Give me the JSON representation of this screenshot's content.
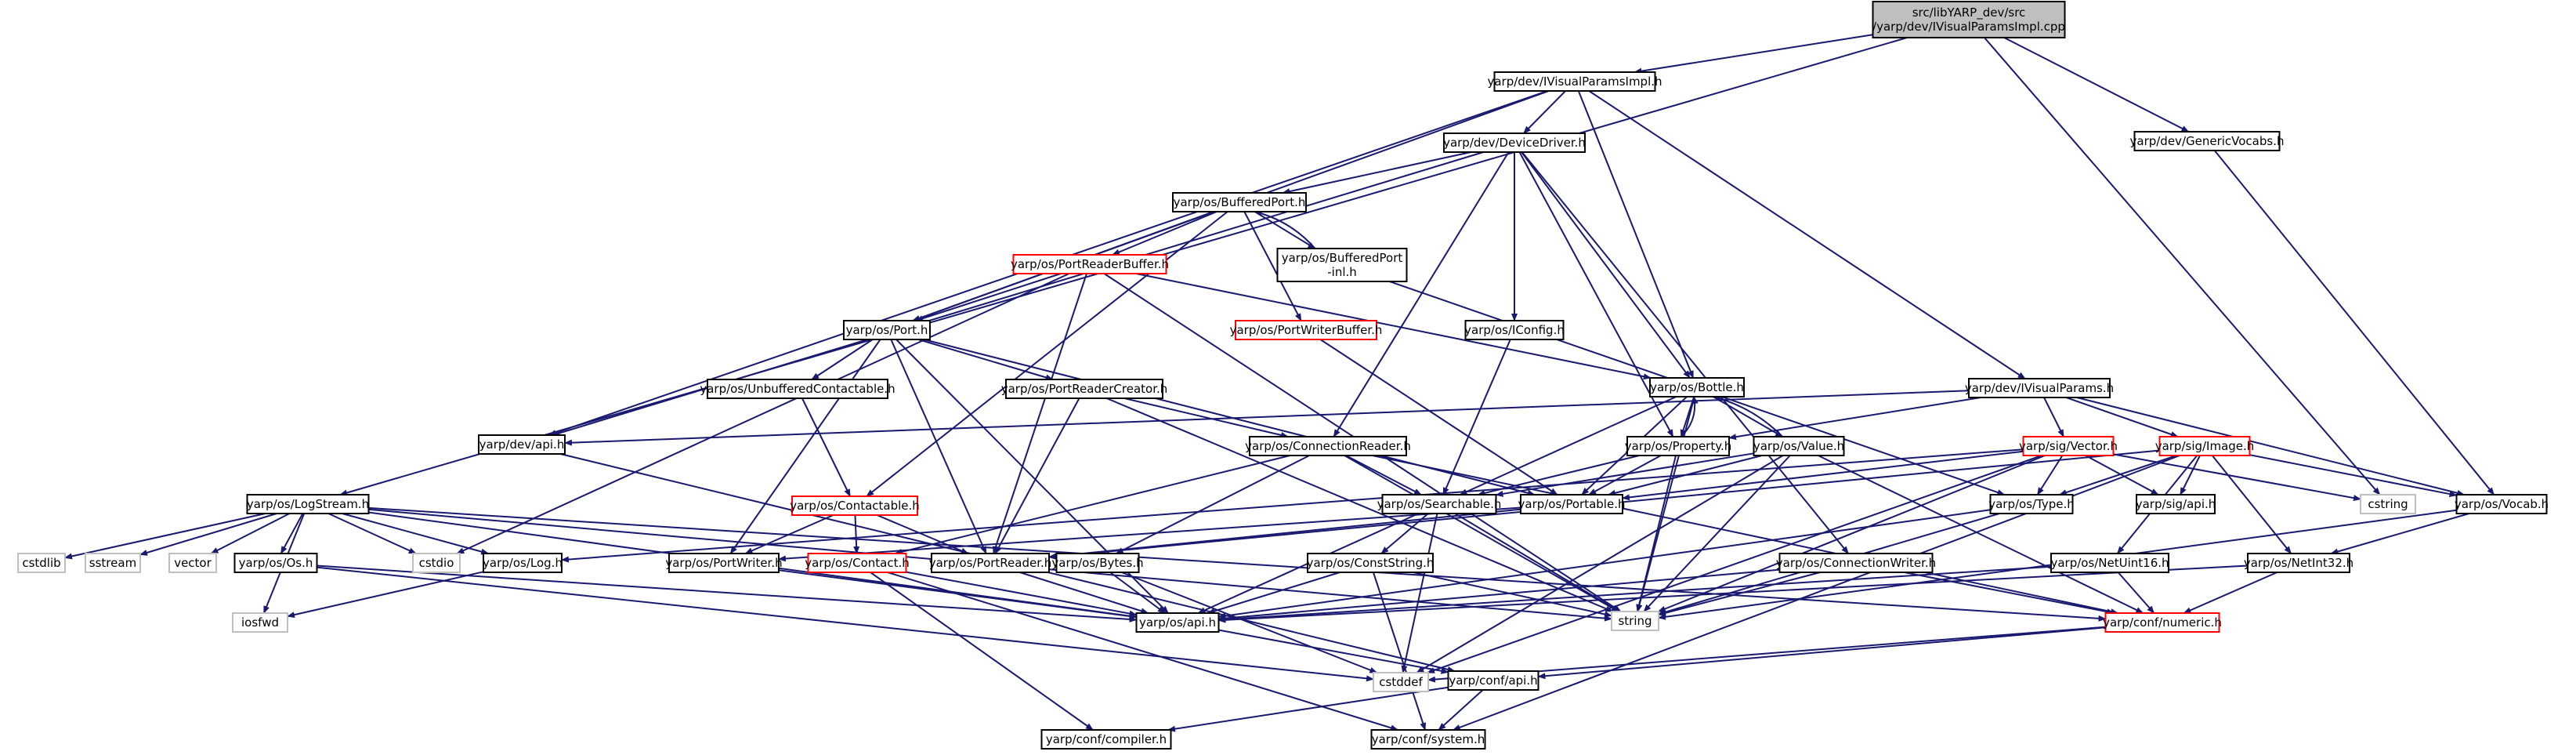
{
  "graph": {
    "edge_color": "#191970",
    "colors": {
      "root_fill": "#bfbfbf",
      "documented_border": "#000000",
      "truncated_border": "#ff0000",
      "external_border": "#bfbfbf",
      "external_text": "#000000"
    },
    "nodes": [
      {
        "id": "root",
        "lines": [
          "src/libYARP_dev/src",
          "/yarp/dev/IVisualParamsImpl.cpp"
        ],
        "kind": "root"
      },
      {
        "id": "ivpimpl",
        "lines": [
          "yarp/dev/IVisualParamsImpl.h"
        ],
        "kind": "doc"
      },
      {
        "id": "genvocabs",
        "lines": [
          "yarp/dev/GenericVocabs.h"
        ],
        "kind": "doc"
      },
      {
        "id": "logstream",
        "lines": [
          "yarp/os/LogStream.h"
        ],
        "kind": "doc"
      },
      {
        "id": "devdriver",
        "lines": [
          "yarp/dev/DeviceDriver.h"
        ],
        "kind": "doc"
      },
      {
        "id": "bufport",
        "lines": [
          "yarp/os/BufferedPort.h"
        ],
        "kind": "doc"
      },
      {
        "id": "bufportinl",
        "lines": [
          "yarp/os/BufferedPort",
          "-inl.h"
        ],
        "kind": "doc"
      },
      {
        "id": "prbuf",
        "lines": [
          "yarp/os/PortReaderBuffer.h"
        ],
        "kind": "trunc"
      },
      {
        "id": "port",
        "lines": [
          "yarp/os/Port.h"
        ],
        "kind": "doc"
      },
      {
        "id": "pwbuf",
        "lines": [
          "yarp/os/PortWriterBuffer.h"
        ],
        "kind": "trunc"
      },
      {
        "id": "iconfig",
        "lines": [
          "yarp/os/IConfig.h"
        ],
        "kind": "doc"
      },
      {
        "id": "bottle",
        "lines": [
          "yarp/os/Bottle.h"
        ],
        "kind": "doc"
      },
      {
        "id": "ivp",
        "lines": [
          "yarp/dev/IVisualParams.h"
        ],
        "kind": "doc"
      },
      {
        "id": "unbufcont",
        "lines": [
          "yarp/os/UnbufferedContactable.h"
        ],
        "kind": "doc"
      },
      {
        "id": "prcreator",
        "lines": [
          "yarp/os/PortReaderCreator.h"
        ],
        "kind": "doc"
      },
      {
        "id": "devapi",
        "lines": [
          "yarp/dev/api.h"
        ],
        "kind": "doc"
      },
      {
        "id": "connreader",
        "lines": [
          "yarp/os/ConnectionReader.h"
        ],
        "kind": "doc"
      },
      {
        "id": "property",
        "lines": [
          "yarp/os/Property.h"
        ],
        "kind": "doc"
      },
      {
        "id": "value",
        "lines": [
          "yarp/os/Value.h"
        ],
        "kind": "doc"
      },
      {
        "id": "sigvector",
        "lines": [
          "yarp/sig/Vector.h"
        ],
        "kind": "trunc"
      },
      {
        "id": "sigimage",
        "lines": [
          "yarp/sig/Image.h"
        ],
        "kind": "trunc"
      },
      {
        "id": "contactable",
        "lines": [
          "yarp/os/Contactable.h"
        ],
        "kind": "trunc"
      },
      {
        "id": "searchable",
        "lines": [
          "yarp/os/Searchable.h"
        ],
        "kind": "doc"
      },
      {
        "id": "portable",
        "lines": [
          "yarp/os/Portable.h"
        ],
        "kind": "doc"
      },
      {
        "id": "type",
        "lines": [
          "yarp/os/Type.h"
        ],
        "kind": "doc"
      },
      {
        "id": "sigapi",
        "lines": [
          "yarp/sig/api.h"
        ],
        "kind": "doc"
      },
      {
        "id": "cstring",
        "lines": [
          "cstring"
        ],
        "kind": "ext"
      },
      {
        "id": "vocab",
        "lines": [
          "yarp/os/Vocab.h"
        ],
        "kind": "doc"
      },
      {
        "id": "cstdlib",
        "lines": [
          "cstdlib"
        ],
        "kind": "ext"
      },
      {
        "id": "sstream",
        "lines": [
          "sstream"
        ],
        "kind": "ext"
      },
      {
        "id": "vector",
        "lines": [
          "vector"
        ],
        "kind": "ext"
      },
      {
        "id": "os",
        "lines": [
          "yarp/os/Os.h"
        ],
        "kind": "doc"
      },
      {
        "id": "cstdio",
        "lines": [
          "cstdio"
        ],
        "kind": "ext"
      },
      {
        "id": "log",
        "lines": [
          "yarp/os/Log.h"
        ],
        "kind": "doc"
      },
      {
        "id": "portwriter",
        "lines": [
          "yarp/os/PortWriter.h"
        ],
        "kind": "doc"
      },
      {
        "id": "contact",
        "lines": [
          "yarp/os/Contact.h"
        ],
        "kind": "trunc"
      },
      {
        "id": "portreader",
        "lines": [
          "yarp/os/PortReader.h"
        ],
        "kind": "doc"
      },
      {
        "id": "bytes",
        "lines": [
          "yarp/os/Bytes.h"
        ],
        "kind": "doc"
      },
      {
        "id": "conststring",
        "lines": [
          "yarp/os/ConstString.h"
        ],
        "kind": "doc"
      },
      {
        "id": "connwriter",
        "lines": [
          "yarp/os/ConnectionWriter.h"
        ],
        "kind": "doc"
      },
      {
        "id": "netuint16",
        "lines": [
          "yarp/os/NetUint16.h"
        ],
        "kind": "doc"
      },
      {
        "id": "netint32",
        "lines": [
          "yarp/os/NetInt32.h"
        ],
        "kind": "doc"
      },
      {
        "id": "iosfwd",
        "lines": [
          "iosfwd"
        ],
        "kind": "ext"
      },
      {
        "id": "osapi",
        "lines": [
          "yarp/os/api.h"
        ],
        "kind": "doc"
      },
      {
        "id": "string",
        "lines": [
          "string"
        ],
        "kind": "ext"
      },
      {
        "id": "numeric",
        "lines": [
          "yarp/conf/numeric.h"
        ],
        "kind": "trunc"
      },
      {
        "id": "cstddef",
        "lines": [
          "cstddef"
        ],
        "kind": "ext"
      },
      {
        "id": "confapi",
        "lines": [
          "yarp/conf/api.h"
        ],
        "kind": "doc"
      },
      {
        "id": "compiler",
        "lines": [
          "yarp/conf/compiler.h"
        ],
        "kind": "doc"
      },
      {
        "id": "system",
        "lines": [
          "yarp/conf/system.h"
        ],
        "kind": "doc"
      }
    ],
    "edges": [
      [
        "root",
        "ivpimpl"
      ],
      [
        "root",
        "genvocabs"
      ],
      [
        "root",
        "logstream"
      ],
      [
        "root",
        "cstring"
      ],
      [
        "ivpimpl",
        "devdriver"
      ],
      [
        "ivpimpl",
        "ivp"
      ],
      [
        "ivpimpl",
        "devapi"
      ],
      [
        "ivpimpl",
        "port"
      ],
      [
        "ivpimpl",
        "bottle"
      ],
      [
        "genvocabs",
        "vocab"
      ],
      [
        "devdriver",
        "bufport"
      ],
      [
        "devdriver",
        "iconfig"
      ],
      [
        "devdriver",
        "property"
      ],
      [
        "devdriver",
        "bottle"
      ],
      [
        "devdriver",
        "devapi"
      ],
      [
        "devdriver",
        "connreader"
      ],
      [
        "devdriver",
        "connwriter"
      ],
      [
        "bufport",
        "bufportinl"
      ],
      [
        "bufportinl",
        "bufport"
      ],
      [
        "bufport",
        "prbuf"
      ],
      [
        "bufport",
        "port"
      ],
      [
        "bufport",
        "pwbuf"
      ],
      [
        "bufport",
        "contactable"
      ],
      [
        "bufportinl",
        "type"
      ],
      [
        "prbuf",
        "port"
      ],
      [
        "prbuf",
        "bottle"
      ],
      [
        "prbuf",
        "portreader"
      ],
      [
        "prbuf",
        "cstdio"
      ],
      [
        "prbuf",
        "string"
      ],
      [
        "pwbuf",
        "portable"
      ],
      [
        "port",
        "unbufcont"
      ],
      [
        "port",
        "prcreator"
      ],
      [
        "port",
        "portable"
      ],
      [
        "port",
        "portwriter"
      ],
      [
        "port",
        "portreader"
      ],
      [
        "port",
        "osapi"
      ],
      [
        "iconfig",
        "searchable"
      ],
      [
        "bottle",
        "property"
      ],
      [
        "bottle",
        "value"
      ],
      [
        "bottle",
        "searchable"
      ],
      [
        "bottle",
        "portable"
      ],
      [
        "bottle",
        "string"
      ],
      [
        "property",
        "bottle"
      ],
      [
        "value",
        "bottle"
      ],
      [
        "ivp",
        "devapi"
      ],
      [
        "ivp",
        "property"
      ],
      [
        "ivp",
        "sigvector"
      ],
      [
        "ivp",
        "sigimage"
      ],
      [
        "ivp",
        "vocab"
      ],
      [
        "unbufcont",
        "contactable"
      ],
      [
        "prcreator",
        "connreader"
      ],
      [
        "prcreator",
        "portreader"
      ],
      [
        "prcreator",
        "string"
      ],
      [
        "devapi",
        "confapi"
      ],
      [
        "connreader",
        "contact"
      ],
      [
        "connreader",
        "bytes"
      ],
      [
        "connreader",
        "searchable"
      ],
      [
        "connreader",
        "string"
      ],
      [
        "connreader",
        "numeric"
      ],
      [
        "property",
        "searchable"
      ],
      [
        "property",
        "portable"
      ],
      [
        "property",
        "string"
      ],
      [
        "value",
        "searchable"
      ],
      [
        "value",
        "portable"
      ],
      [
        "value",
        "string"
      ],
      [
        "value",
        "numeric"
      ],
      [
        "value",
        "cstddef"
      ],
      [
        "sigvector",
        "portable"
      ],
      [
        "sigvector",
        "type"
      ],
      [
        "sigvector",
        "sigapi"
      ],
      [
        "sigvector",
        "string"
      ],
      [
        "sigvector",
        "cstring"
      ],
      [
        "sigvector",
        "log"
      ],
      [
        "sigvector",
        "cstddef"
      ],
      [
        "sigimage",
        "type"
      ],
      [
        "sigimage",
        "sigapi"
      ],
      [
        "sigimage",
        "netuint16"
      ],
      [
        "sigimage",
        "netint32"
      ],
      [
        "sigimage",
        "vocab"
      ],
      [
        "sigimage",
        "system"
      ],
      [
        "sigimage",
        "portreader"
      ],
      [
        "contactable",
        "contact"
      ],
      [
        "contactable",
        "portreader"
      ],
      [
        "contactable",
        "portwriter"
      ],
      [
        "searchable",
        "osapi"
      ],
      [
        "searchable",
        "conststring"
      ],
      [
        "searchable",
        "cstddef"
      ],
      [
        "searchable",
        "string"
      ],
      [
        "portable",
        "portwriter"
      ],
      [
        "portable",
        "portreader"
      ],
      [
        "type",
        "osapi"
      ],
      [
        "type",
        "string"
      ],
      [
        "vocab",
        "netint32"
      ],
      [
        "vocab",
        "string"
      ],
      [
        "logstream",
        "cstdlib"
      ],
      [
        "logstream",
        "sstream"
      ],
      [
        "logstream",
        "vector"
      ],
      [
        "logstream",
        "os"
      ],
      [
        "logstream",
        "cstdio"
      ],
      [
        "logstream",
        "log"
      ],
      [
        "logstream",
        "osapi"
      ],
      [
        "logstream",
        "string"
      ],
      [
        "logstream",
        "iosfwd"
      ],
      [
        "logstream",
        "numeric"
      ],
      [
        "os",
        "osapi"
      ],
      [
        "os",
        "cstddef"
      ],
      [
        "log",
        "iosfwd"
      ],
      [
        "portwriter",
        "osapi"
      ],
      [
        "portreader",
        "osapi"
      ],
      [
        "contact",
        "osapi"
      ],
      [
        "contact",
        "compiler"
      ],
      [
        "contact",
        "system"
      ],
      [
        "bytes",
        "osapi"
      ],
      [
        "bytes",
        "cstddef"
      ],
      [
        "conststring",
        "osapi"
      ],
      [
        "conststring",
        "string"
      ],
      [
        "conststring",
        "system"
      ],
      [
        "connwriter",
        "osapi"
      ],
      [
        "connwriter",
        "string"
      ],
      [
        "connwriter",
        "numeric"
      ],
      [
        "netuint16",
        "numeric"
      ],
      [
        "netuint16",
        "osapi"
      ],
      [
        "netint32",
        "numeric"
      ],
      [
        "netint32",
        "osapi"
      ],
      [
        "osapi",
        "confapi"
      ],
      [
        "numeric",
        "confapi"
      ],
      [
        "numeric",
        "cstddef"
      ],
      [
        "confapi",
        "compiler"
      ],
      [
        "confapi",
        "system"
      ]
    ]
  }
}
